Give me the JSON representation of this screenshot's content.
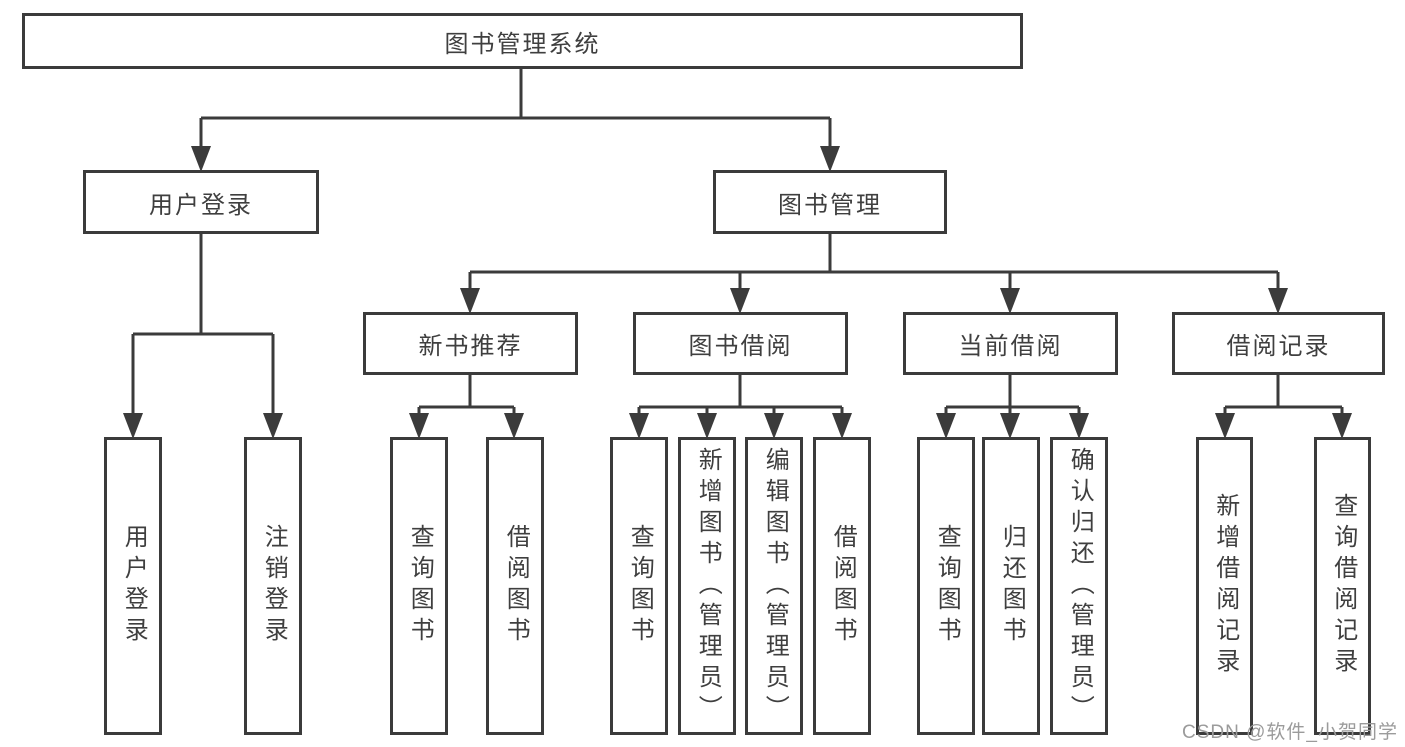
{
  "tree": {
    "root": {
      "label": "图书管理系统"
    },
    "branches": [
      {
        "label": "用户登录",
        "leaves": [
          {
            "label": "用户登录"
          },
          {
            "label": "注销登录"
          }
        ]
      },
      {
        "label": "图书管理",
        "groups": [
          {
            "label": "新书推荐",
            "leaves": [
              {
                "label": "查询图书"
              },
              {
                "label": "借阅图书"
              }
            ]
          },
          {
            "label": "图书借阅",
            "leaves": [
              {
                "label": "查询图书"
              },
              {
                "label": "新增图书（管理员）"
              },
              {
                "label": "编辑图书（管理员）"
              },
              {
                "label": "借阅图书"
              }
            ]
          },
          {
            "label": "当前借阅",
            "leaves": [
              {
                "label": "查询图书"
              },
              {
                "label": "归还图书"
              },
              {
                "label": "确认归还（管理员）"
              }
            ]
          },
          {
            "label": "借阅记录",
            "leaves": [
              {
                "label": "新增借阅记录"
              },
              {
                "label": "查询借阅记录"
              }
            ]
          }
        ]
      }
    ]
  },
  "watermark": {
    "text": "CSDN @软件_小贺同学"
  },
  "colors": {
    "line": "#3b3b3b",
    "box_border": "#3b3b3b",
    "text": "#3f3f3f",
    "watermark": "#9b9b9b",
    "background": "#ffffff"
  }
}
